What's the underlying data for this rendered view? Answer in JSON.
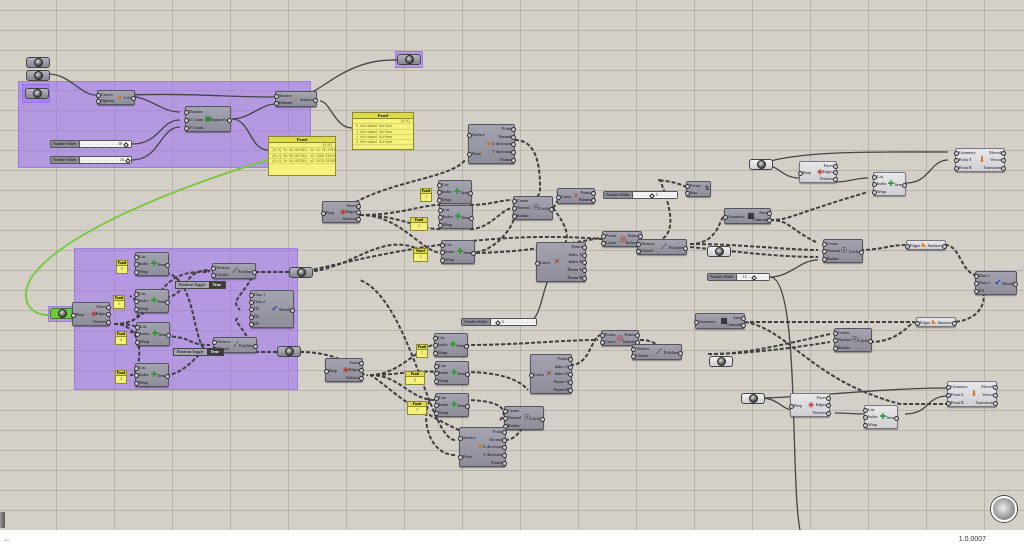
{
  "status": {
    "left_text": "...",
    "version": "1.0.0007"
  },
  "colors": {
    "canvas": "#d4d0c8",
    "group": "#a078f0",
    "panel": "#f4f27a",
    "selected_wire": "#7ac943"
  },
  "components": {
    "loft": {
      "inputs": [
        "Curves",
        "Options"
      ],
      "outputs": [
        "Loft"
      ],
      "icon": "loft-icon"
    },
    "divide_domain": {
      "inputs": [
        "Domain",
        "U Count",
        "V Count"
      ],
      "outputs": [
        "Segments"
      ],
      "icon": "divide-domain-icon"
    },
    "isotrim": {
      "inputs": [
        "Surface",
        "Domain"
      ],
      "outputs": [
        "Surface"
      ],
      "icon": "isotrim-icon"
    },
    "deconstruct_brep": {
      "inputs": [
        "Brep"
      ],
      "outputs": [
        "Faces",
        "Edges",
        "Vertices"
      ],
      "icon": "brep-icon"
    },
    "list_item": {
      "inputs": [
        "List",
        "Index",
        "Wrap"
      ],
      "outputs": [
        "Item"
      ],
      "icon": "list-item-icon"
    },
    "polyline": {
      "inputs": [
        "Vertices",
        "Closed"
      ],
      "outputs": [
        "Polyline"
      ],
      "icon": "polyline-icon"
    },
    "merge": {
      "inputs": [
        "Data 1",
        "Data 2",
        "D3",
        "D4",
        "D5"
      ],
      "outputs": [
        "Result"
      ],
      "icon": "merge-icon"
    },
    "merge_small": {
      "inputs": [
        "Data 1",
        "Data 2",
        "D3"
      ],
      "outputs": [
        "Result"
      ],
      "icon": "merge-icon"
    },
    "evaluate_surface": {
      "inputs": [
        "Surface",
        "Point"
      ],
      "outputs": [
        "Point",
        "Normal",
        "U direction",
        "V direction",
        "Frame"
      ],
      "icon": "evaluate-surface-icon"
    },
    "circle_cnr": {
      "inputs": [
        "Center",
        "Normal",
        "Radius"
      ],
      "outputs": [
        "Circle"
      ],
      "icon": "circle-icon"
    },
    "control_points": {
      "inputs": [
        "Curve"
      ],
      "outputs": [
        "Points",
        "Params"
      ],
      "icon": "control-points-icon"
    },
    "curve_curve": {
      "inputs": [
        "Curve"
      ],
      "outputs": [
        "Points",
        "Index A",
        "Index B",
        "Param A",
        "Param B"
      ],
      "icon": "intersection-icon"
    },
    "cull_points": {
      "inputs": [
        "Points",
        "Curve"
      ],
      "outputs": [
        "Points",
        "Indices"
      ],
      "icon": "closest-point-icon"
    },
    "sort_points": {
      "inputs": [
        "Points",
        "Size"
      ],
      "outputs": [],
      "icon": "sort-icon"
    },
    "area": {
      "inputs": [
        "Geometry"
      ],
      "outputs": [
        "Area",
        "Centroid"
      ],
      "icon": "area-icon"
    },
    "boundary": {
      "inputs": [
        "Edges"
      ],
      "outputs": [
        "Surfaces"
      ],
      "icon": "boundary-surface-icon"
    },
    "move": {
      "inputs": [
        "Geometry",
        "Point A",
        "Point B"
      ],
      "outputs": [
        "Moved",
        "Vector",
        "Transform"
      ],
      "icon": "move-icon"
    }
  },
  "panels": {
    "big_title": "Panel",
    "big_lines": [
      "{0;0} 0x 58.657942; x3 3x 58.378406",
      "{0;1} 0x 58.657942; x3 1386.338768 3x 276.137980",
      "{0;2} 0x 58.657942; x3 1576.337600 3x 368.798320"
    ],
    "big_index": "{0;0}",
    "surf_title": "Panel",
    "surf_lines": [
      "0 Untrimmed Surface",
      "1 Untrimmed Surface",
      "2 Untrimmed Surface",
      "3 Untrimmed Surface"
    ],
    "surf_index": "{0;0}",
    "mini_title": "Panel",
    "mini_values": [
      "0",
      "1",
      "2",
      "3",
      "1",
      "2",
      "3",
      "1",
      "2",
      "3"
    ]
  },
  "sliders": [
    {
      "label": "Number Slider",
      "value": "38",
      "fraction": 0.88
    },
    {
      "label": "Number Slider",
      "value": "15",
      "fraction": 0.95
    },
    {
      "label": "Number Slider",
      "value": "0",
      "fraction": 0.45
    },
    {
      "label": "Number Slider",
      "value": "15",
      "fraction": 0.6
    },
    {
      "label": "Number Slider",
      "value": "0",
      "fraction": 0.2
    }
  ],
  "toggles": [
    {
      "label": "Boolean Toggle",
      "value": "True"
    },
    {
      "label": "Boolean Toggle",
      "value": "True"
    }
  ]
}
